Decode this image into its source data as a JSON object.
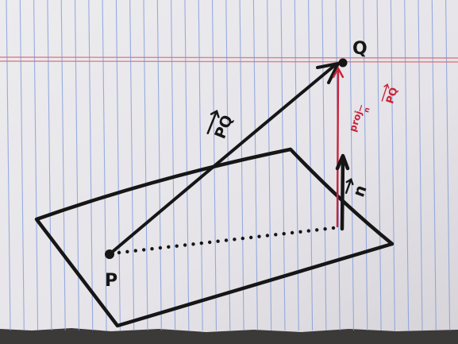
{
  "labels": {
    "point_p": "P",
    "point_q": "Q",
    "vector_pq": "PQ",
    "normal_vector": "n",
    "projection": "proj",
    "projection_sub": "n",
    "projection_vec": "PQ"
  },
  "colors": {
    "paper": "#e9e7ea",
    "paper_shadow": "#d9d7da",
    "background": "#3b3a38",
    "ruled_line": "#6f8fd9",
    "margin_line": "#d96a78",
    "ink_black": "#161616",
    "ink_red": "#c8233a"
  }
}
